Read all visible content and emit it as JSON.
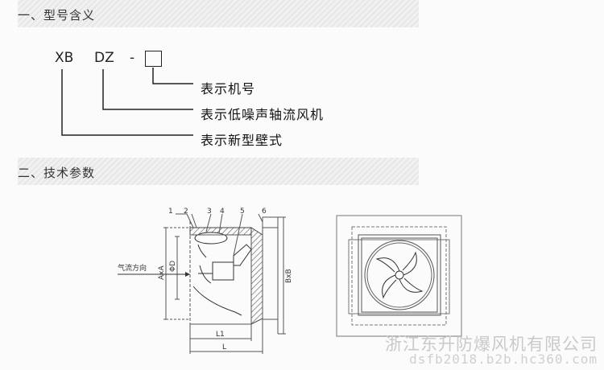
{
  "sections": {
    "model_meaning_title": "一、型号含义",
    "tech_params_title": "二、技术参数"
  },
  "model_code": {
    "part1": "XB",
    "part2": "DZ",
    "dash": "-",
    "labels": [
      "表示机号",
      "表示低噪声轴流风机",
      "表示新型壁式"
    ]
  },
  "diagram": {
    "part_numbers": [
      "1",
      "2",
      "3",
      "4",
      "5",
      "6"
    ],
    "airflow_label": "气流方向",
    "dim_axa": "AxA",
    "dim_phid": "ΦD",
    "dim_bxb": "BxB",
    "dim_l1": "L1",
    "dim_l": "L"
  },
  "watermark": {
    "company": "浙江东升防爆风机有限公司",
    "url": "dsfb2018.b2b.hc360.com"
  }
}
